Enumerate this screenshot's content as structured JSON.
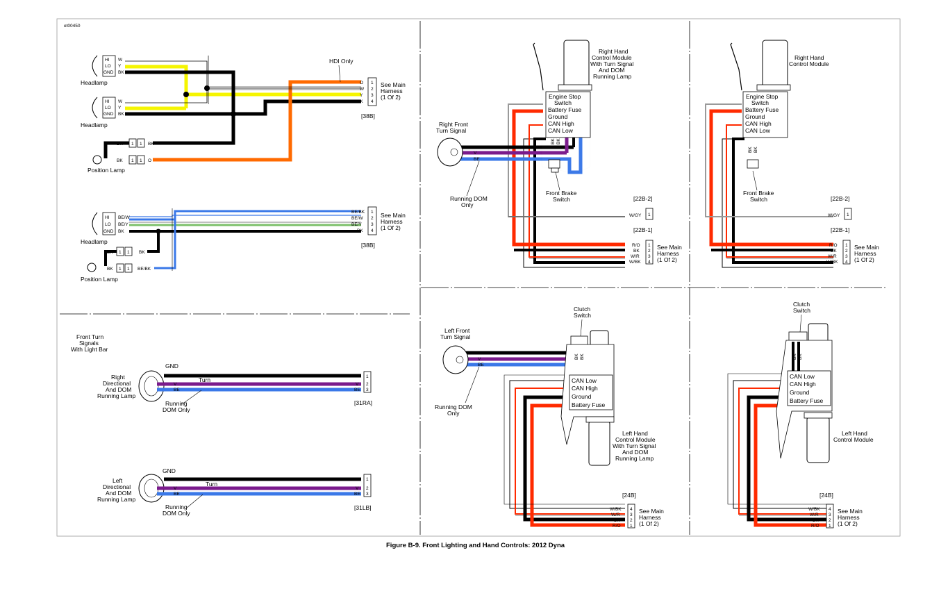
{
  "figure_id": "et00450",
  "caption": "Figure B-9. Front Lighting and Hand Controls: 2012 Dyna",
  "colors": {
    "black": "#000000",
    "yellow": "#f5f500",
    "orange": "#ff6a00",
    "blue": "#3a78e8",
    "violet": "#7a1a8c",
    "red": "#ff2a00",
    "green": "#7cc06a",
    "gray": "#9a9a9a"
  },
  "wire_codes": {
    "W": "W",
    "Y": "Y",
    "BK": "BK",
    "O": "O",
    "V": "V",
    "BE": "BE",
    "BE_W": "BE/W",
    "BE_Y": "BE/Y",
    "BE_BK": "BE/BK",
    "R_O": "R/O",
    "W_R": "W/R",
    "W_BK": "W/BK",
    "W_GY": "W/GY"
  },
  "pin_labels": {
    "hi": "HI",
    "lo": "LO",
    "gnd": "GND",
    "one": "1",
    "two": "2",
    "three": "3",
    "four": "4"
  },
  "headlamp_section": {
    "headlamp_label": "Headlamp",
    "position_lamp_label": "Position Lamp",
    "hdi_label": "HDI Only",
    "harness_label": [
      "See Main",
      "Harness",
      "(1 Of 2)"
    ],
    "connector_38b": "[38B]"
  },
  "front_turn_section": {
    "title": [
      "Front Turn",
      "Signals",
      "With Light Bar"
    ],
    "right_label": [
      "Right",
      "Directional",
      "And DOM",
      "Running Lamp"
    ],
    "left_label": [
      "Left",
      "Directional",
      "And DOM",
      "Running Lamp"
    ],
    "gnd_label": "GND",
    "turn_label": "Turn",
    "running_dom_only": [
      "Running",
      "DOM Only"
    ],
    "connector_31ra": "[31RA]",
    "connector_31lb": "[31LB]"
  },
  "right_hand_section": {
    "module_turn_label": [
      "Right Hand",
      "Control Module",
      "With Turn Signal",
      "And DOM",
      "Running Lamp"
    ],
    "module_label": [
      "Right Hand",
      "Control Module"
    ],
    "switch_list": [
      "Engine Stop",
      "Switch",
      "Battery Fuse",
      "Ground",
      "CAN High",
      "CAN Low"
    ],
    "right_front_turn_label": [
      "Right Front",
      "Turn Signal"
    ],
    "running_dom_only": [
      "Running DOM",
      "Only"
    ],
    "front_brake_switch": [
      "Front Brake",
      "Switch"
    ],
    "connector_22b2": "[22B-2]",
    "connector_22b1": "[22B-1]",
    "harness_label": [
      "See Main",
      "Harness",
      "(1 Of 2)"
    ]
  },
  "left_hand_section": {
    "clutch_switch": [
      "Clutch",
      "Switch"
    ],
    "left_front_turn_label": [
      "Left Front",
      "Turn Signal"
    ],
    "running_dom_only": [
      "Running DOM",
      "Only"
    ],
    "switch_list": [
      "CAN Low",
      "CAN High",
      "Ground",
      "Battery Fuse"
    ],
    "module_turn_label": [
      "Left Hand",
      "Control Module",
      "With Turn Signal",
      "And DOM",
      "Running Lamp"
    ],
    "module_label": [
      "Left Hand",
      "Control Module"
    ],
    "connector_24b": "[24B]",
    "harness_label": [
      "See Main",
      "Harness",
      "(1 Of 2)"
    ]
  }
}
